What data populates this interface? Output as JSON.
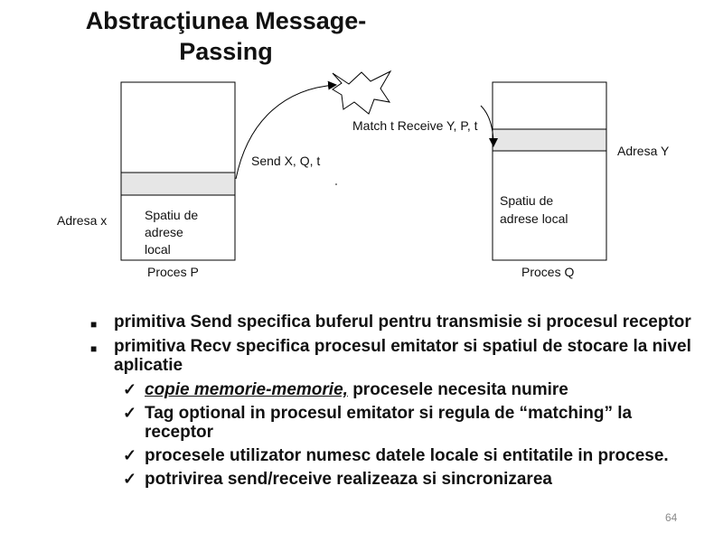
{
  "slide": {
    "title_line1": "Abstracţiunea Message-",
    "title_line2": "Passing",
    "page_number": "64"
  },
  "diagram": {
    "adresa_x": "Adresa x",
    "adresa_y": "Adresa Y",
    "proc_p_space_1": "Spatiu de",
    "proc_p_space_2": "adrese",
    "proc_p_space_3": "local",
    "proc_p_label": "Proces P",
    "proc_q_space_1": "Spatiu de",
    "proc_q_space_2": "adrese  local",
    "proc_q_label": "Proces Q",
    "send_label": "Send   X, Q, t",
    "match_label": "Match t  Receive  Y, P, t"
  },
  "bullets": [
    {
      "text": "primitiva Send specifica buferul pentru  transmisie si procesul receptor"
    },
    {
      "text": "primitiva Recv specifica procesul emitator si spatiul de stocare la nivel aplicatie"
    }
  ],
  "sub_bullets": [
    {
      "emph": "copie memorie-memorie,",
      "text": "  procesele necesita numire"
    },
    {
      "text": "Tag optional in  procesul emitator si regula de “matching” la receptor"
    },
    {
      "text": "procesele utilizator numesc datele locale si entitatile in procese."
    },
    {
      "text": "potrivirea send/receive realizeaza si sincronizarea"
    }
  ],
  "icons": {
    "bullet": "square-bullet-icon",
    "check": "checkmark-icon"
  }
}
